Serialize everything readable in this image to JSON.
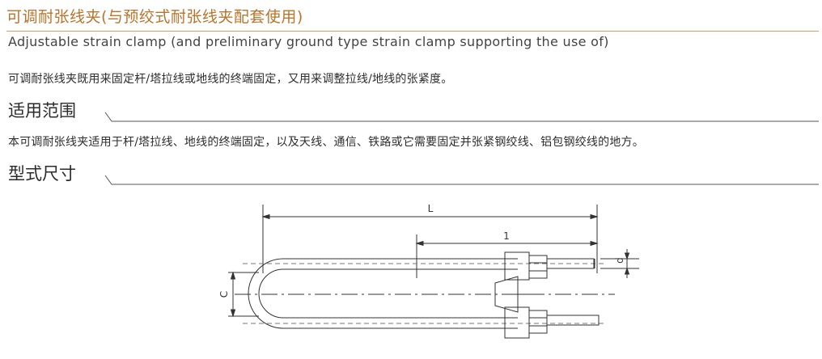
{
  "header": {
    "title_zh": "可调耐张线夹(与预绞式耐张线夹配套使用)",
    "title_en": "Adjustable strain clamp (and preliminary ground type strain clamp supporting the use of)"
  },
  "intro": {
    "text": "可调耐张线夹既用来固定杆/塔拉线或地线的终端固定，又用来调整拉线/地线的张紧度。"
  },
  "sections": [
    {
      "heading": "适用范围",
      "text": "本可调耐张线夹适用于杆/塔拉线、地线的终端固定，以及天线、通信、铁路或它需要固定并张紧钢绞线、铝包钢绞线的地方。"
    },
    {
      "heading": "型式尺寸"
    }
  ],
  "drawing": {
    "dim_L": "L",
    "dim_1": "1",
    "dim_C": "C",
    "dim_d": "d"
  },
  "colors": {
    "title": "#b8742a",
    "rule": "#c9a070",
    "text": "#2b2b2b"
  }
}
